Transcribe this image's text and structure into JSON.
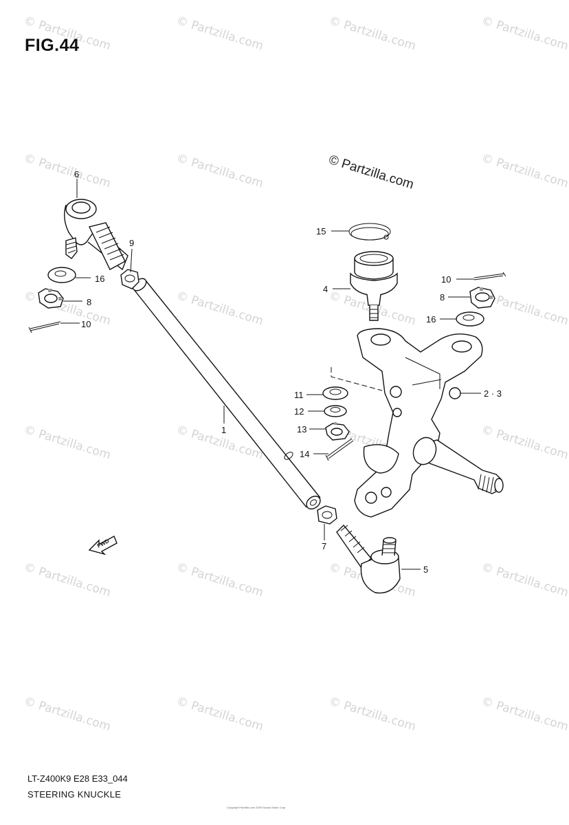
{
  "figure": {
    "title": "FIG.44",
    "model_code": "LT-Z400K9  E28  E33_044",
    "caption": "STEERING KNUCKLE",
    "copyright_line": "Copyright Partzilla.com 2009 Suzuki Motor Corp"
  },
  "watermark": {
    "text": "© Partzilla.com",
    "main_text": "© Partzilla.com"
  },
  "fwd_label": "FWD",
  "callouts": {
    "c6": "6",
    "c9": "9",
    "c16a": "16",
    "c8a": "8",
    "c10a": "10",
    "c15": "15",
    "c4": "4",
    "c10b": "10",
    "c8b": "8",
    "c16b": "16",
    "c23": "2 · 3",
    "c11": "11",
    "c12": "12",
    "c13": "13",
    "c14": "14",
    "c1": "1",
    "c7": "7",
    "c5": "5"
  }
}
